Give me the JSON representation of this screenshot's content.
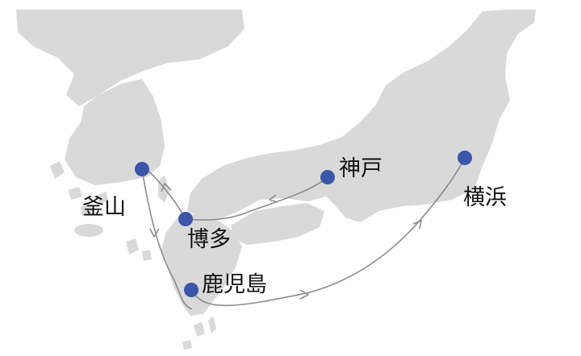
{
  "map": {
    "land_color": "#d9d9d9",
    "marker_color": "#3b55a8",
    "route_color": "#8c8c8c",
    "ports": [
      {
        "id": "busan",
        "label": "釜山"
      },
      {
        "id": "hakata",
        "label": "博多"
      },
      {
        "id": "kagoshima",
        "label": "鹿児島"
      },
      {
        "id": "kobe",
        "label": "神戸"
      },
      {
        "id": "yokohama",
        "label": "横浜"
      }
    ],
    "routes": [
      {
        "from": "busan",
        "to": "kagoshima"
      },
      {
        "from": "hakata",
        "to": "busan"
      },
      {
        "from": "kobe",
        "to": "hakata"
      },
      {
        "from": "kagoshima",
        "to": "yokohama"
      }
    ]
  }
}
